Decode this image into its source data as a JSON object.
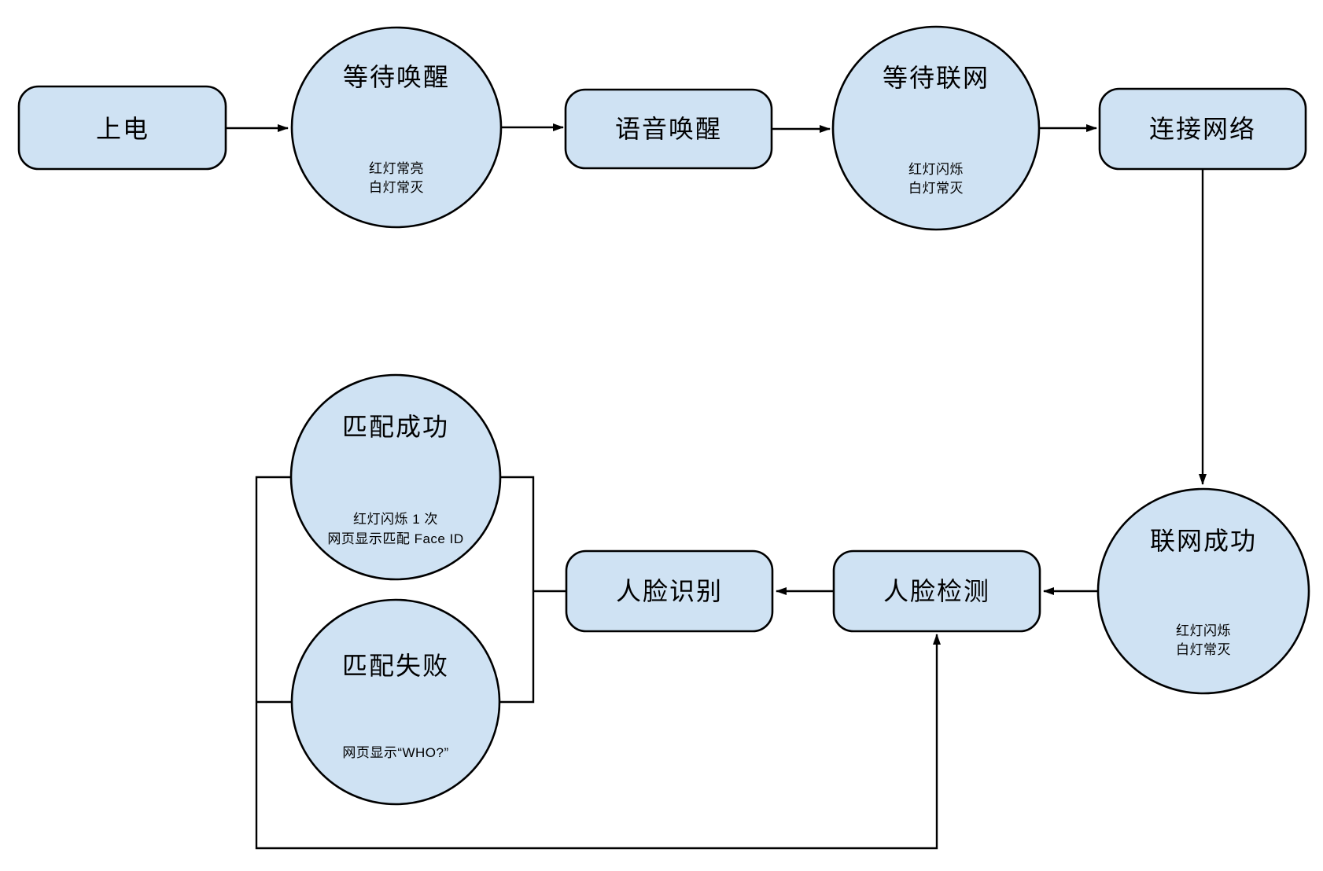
{
  "canvas": {
    "background": "#ffffff"
  },
  "style": {
    "node_fill": "#cfe2f3",
    "node_stroke": "#000000",
    "text_color": "#000000"
  },
  "nodes": {
    "power_on": {
      "label": "上电"
    },
    "wait_wake": {
      "title": "等待唤醒",
      "notes": [
        "红灯常亮",
        "白灯常灭"
      ]
    },
    "voice_wake": {
      "label": "语音唤醒"
    },
    "wait_network": {
      "title": "等待联网",
      "notes": [
        "红灯闪烁",
        "白灯常灭"
      ]
    },
    "connect_network": {
      "label": "连接网络"
    },
    "network_success": {
      "title": "联网成功",
      "notes": [
        "红灯闪烁",
        "白灯常灭"
      ]
    },
    "face_detect": {
      "label": "人脸检测"
    },
    "face_recognize": {
      "label": "人脸识别"
    },
    "match_success": {
      "title": "匹配成功",
      "notes": [
        "红灯闪烁 1 次",
        "网页显示匹配 Face ID"
      ]
    },
    "match_fail": {
      "title": "匹配失败",
      "notes": [
        "网页显示“WHO?”"
      ]
    }
  }
}
